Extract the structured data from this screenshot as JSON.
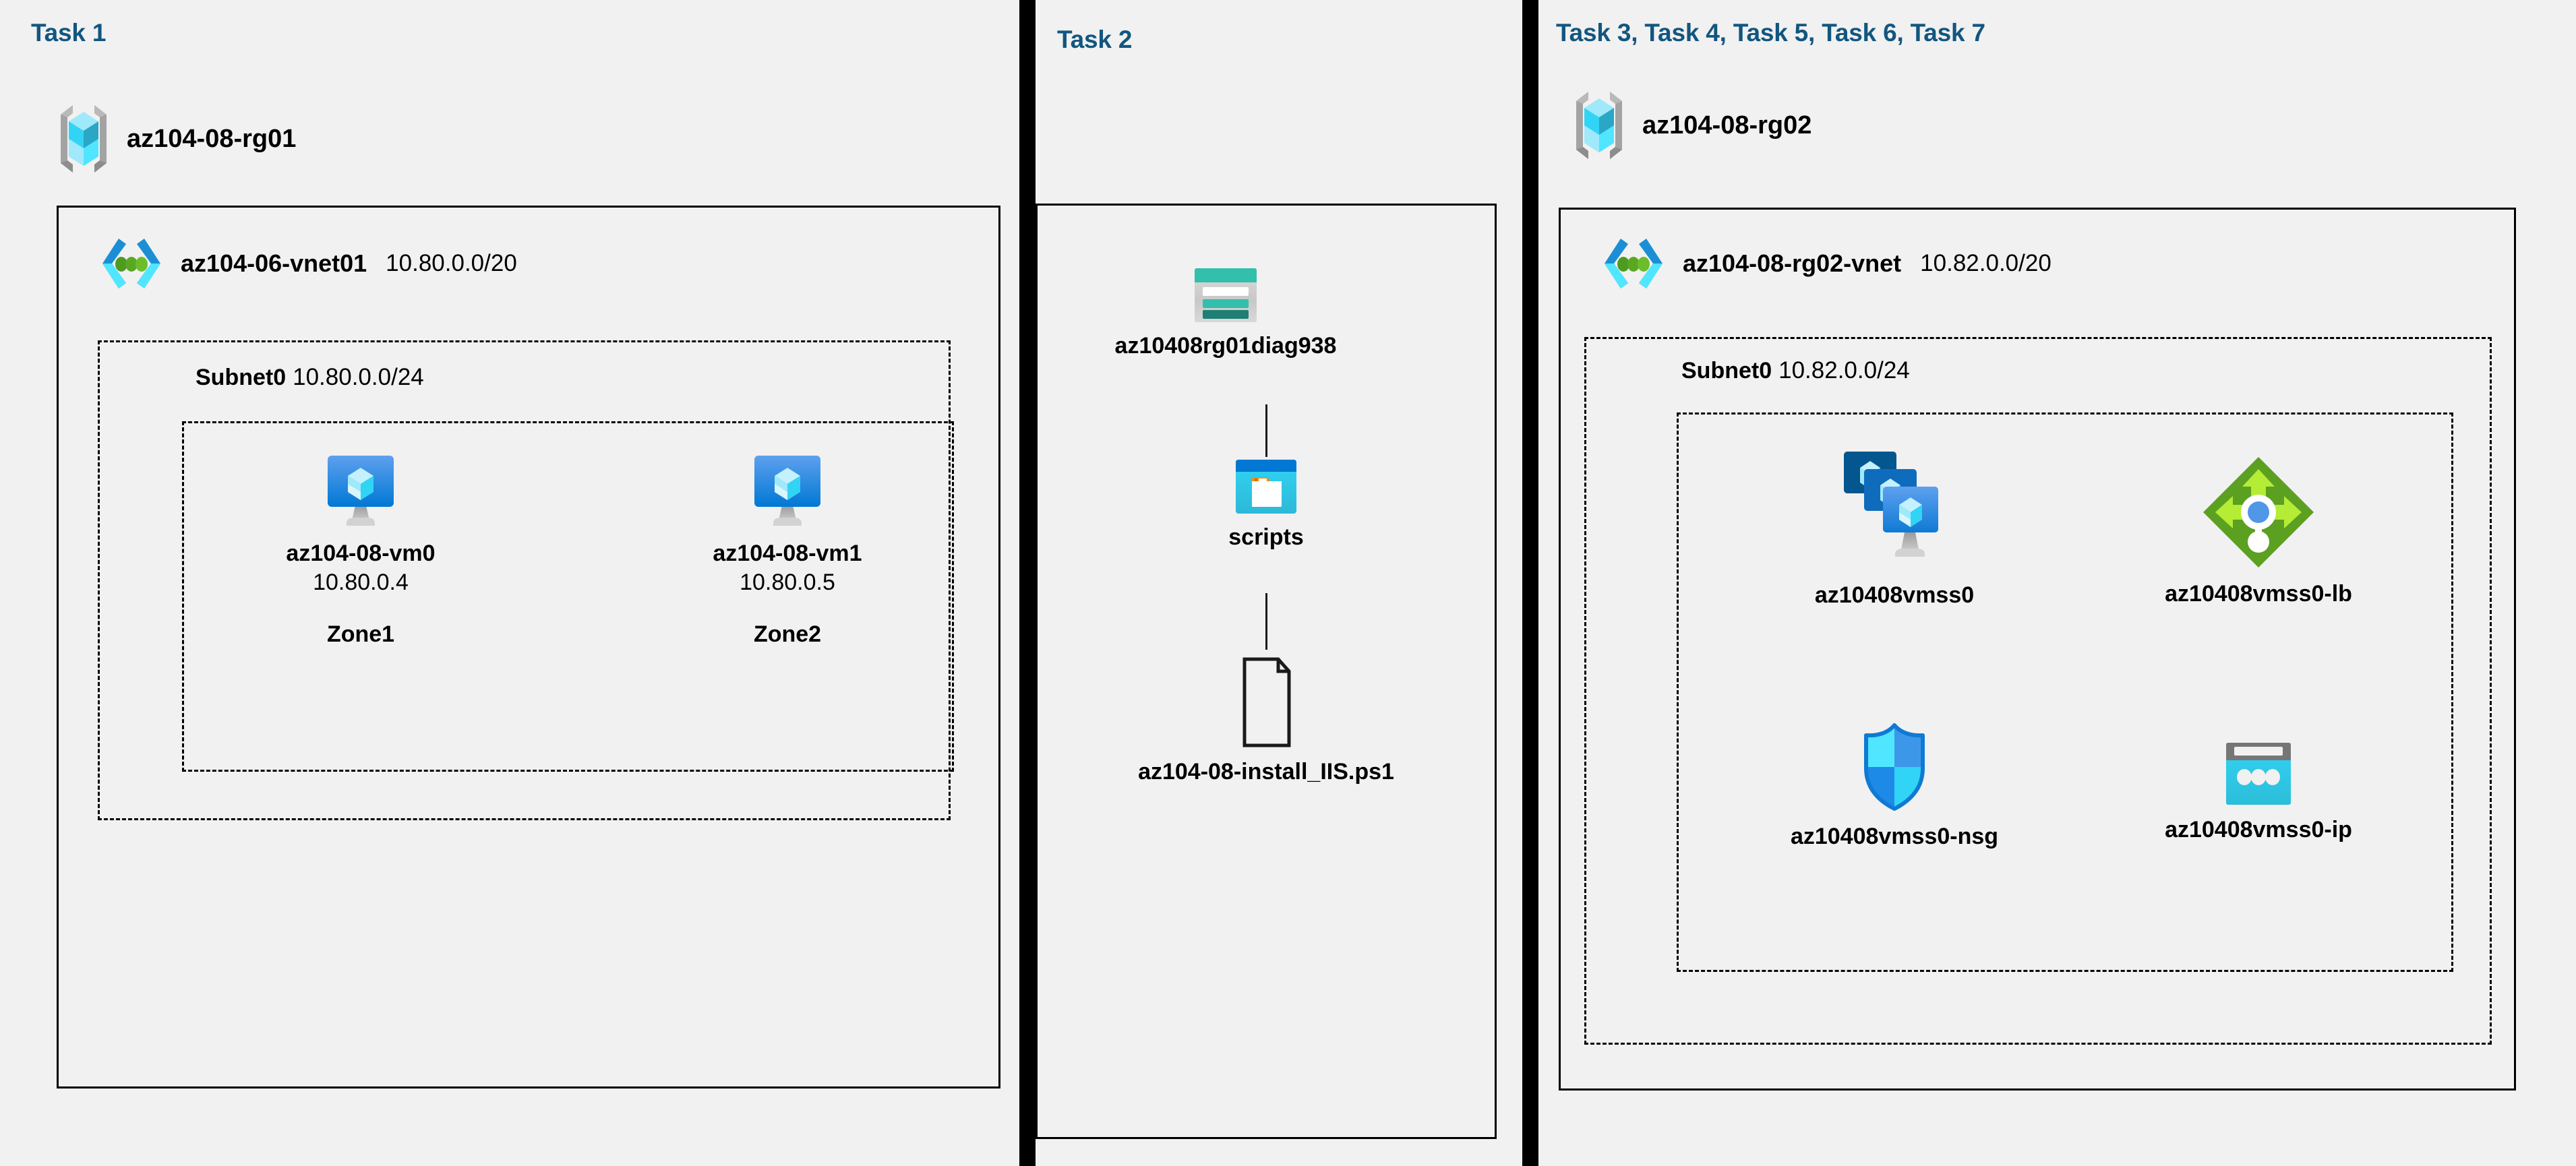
{
  "diagram": {
    "background_color": "#f1f1f1",
    "heading_color": "#12567f",
    "border_color": "#000000"
  },
  "panels": [
    {
      "id": "panel-task1",
      "heading": "Task 1",
      "resource_group": {
        "icon": "resource-group-icon",
        "name": "az104-08-rg01"
      },
      "vnet": {
        "icon": "virtual-network-icon",
        "name": "az104-06-vnet01",
        "cidr": "10.80.0.0/20"
      },
      "subnet": {
        "name": "Subnet0",
        "cidr": "10.80.0.0/24"
      },
      "vms": [
        {
          "icon": "virtual-machine-icon",
          "name": "az104-08-vm0",
          "ip": "10.80.0.4",
          "zone": "Zone1"
        },
        {
          "icon": "virtual-machine-icon",
          "name": "az104-08-vm1",
          "ip": "10.80.0.5",
          "zone": "Zone2"
        }
      ]
    },
    {
      "id": "panel-task2",
      "heading": "Task 2",
      "nodes": [
        {
          "icon": "storage-account-icon",
          "name": "az10408rg01diag938"
        },
        {
          "icon": "blob-container-icon",
          "name": "scripts"
        },
        {
          "icon": "script-file-icon",
          "name": "az104-08-install_IIS.ps1"
        }
      ]
    },
    {
      "id": "panel-task3to7",
      "heading": "Task 3, Task 4, Task 5, Task 6, Task 7",
      "resource_group": {
        "icon": "resource-group-icon",
        "name": "az104-08-rg02"
      },
      "vnet": {
        "icon": "virtual-network-icon",
        "name": "az104-08-rg02-vnet",
        "cidr": "10.82.0.0/20"
      },
      "subnet": {
        "name": "Subnet0",
        "cidr": "10.82.0.0/24"
      },
      "resources": [
        {
          "icon": "vm-scale-set-icon",
          "name": "az10408vmss0"
        },
        {
          "icon": "load-balancer-icon",
          "name": "az10408vmss0-lb"
        },
        {
          "icon": "network-security-group-icon",
          "name": "az10408vmss0-nsg"
        },
        {
          "icon": "public-ip-address-icon",
          "name": "az10408vmss0-ip"
        }
      ]
    }
  ]
}
